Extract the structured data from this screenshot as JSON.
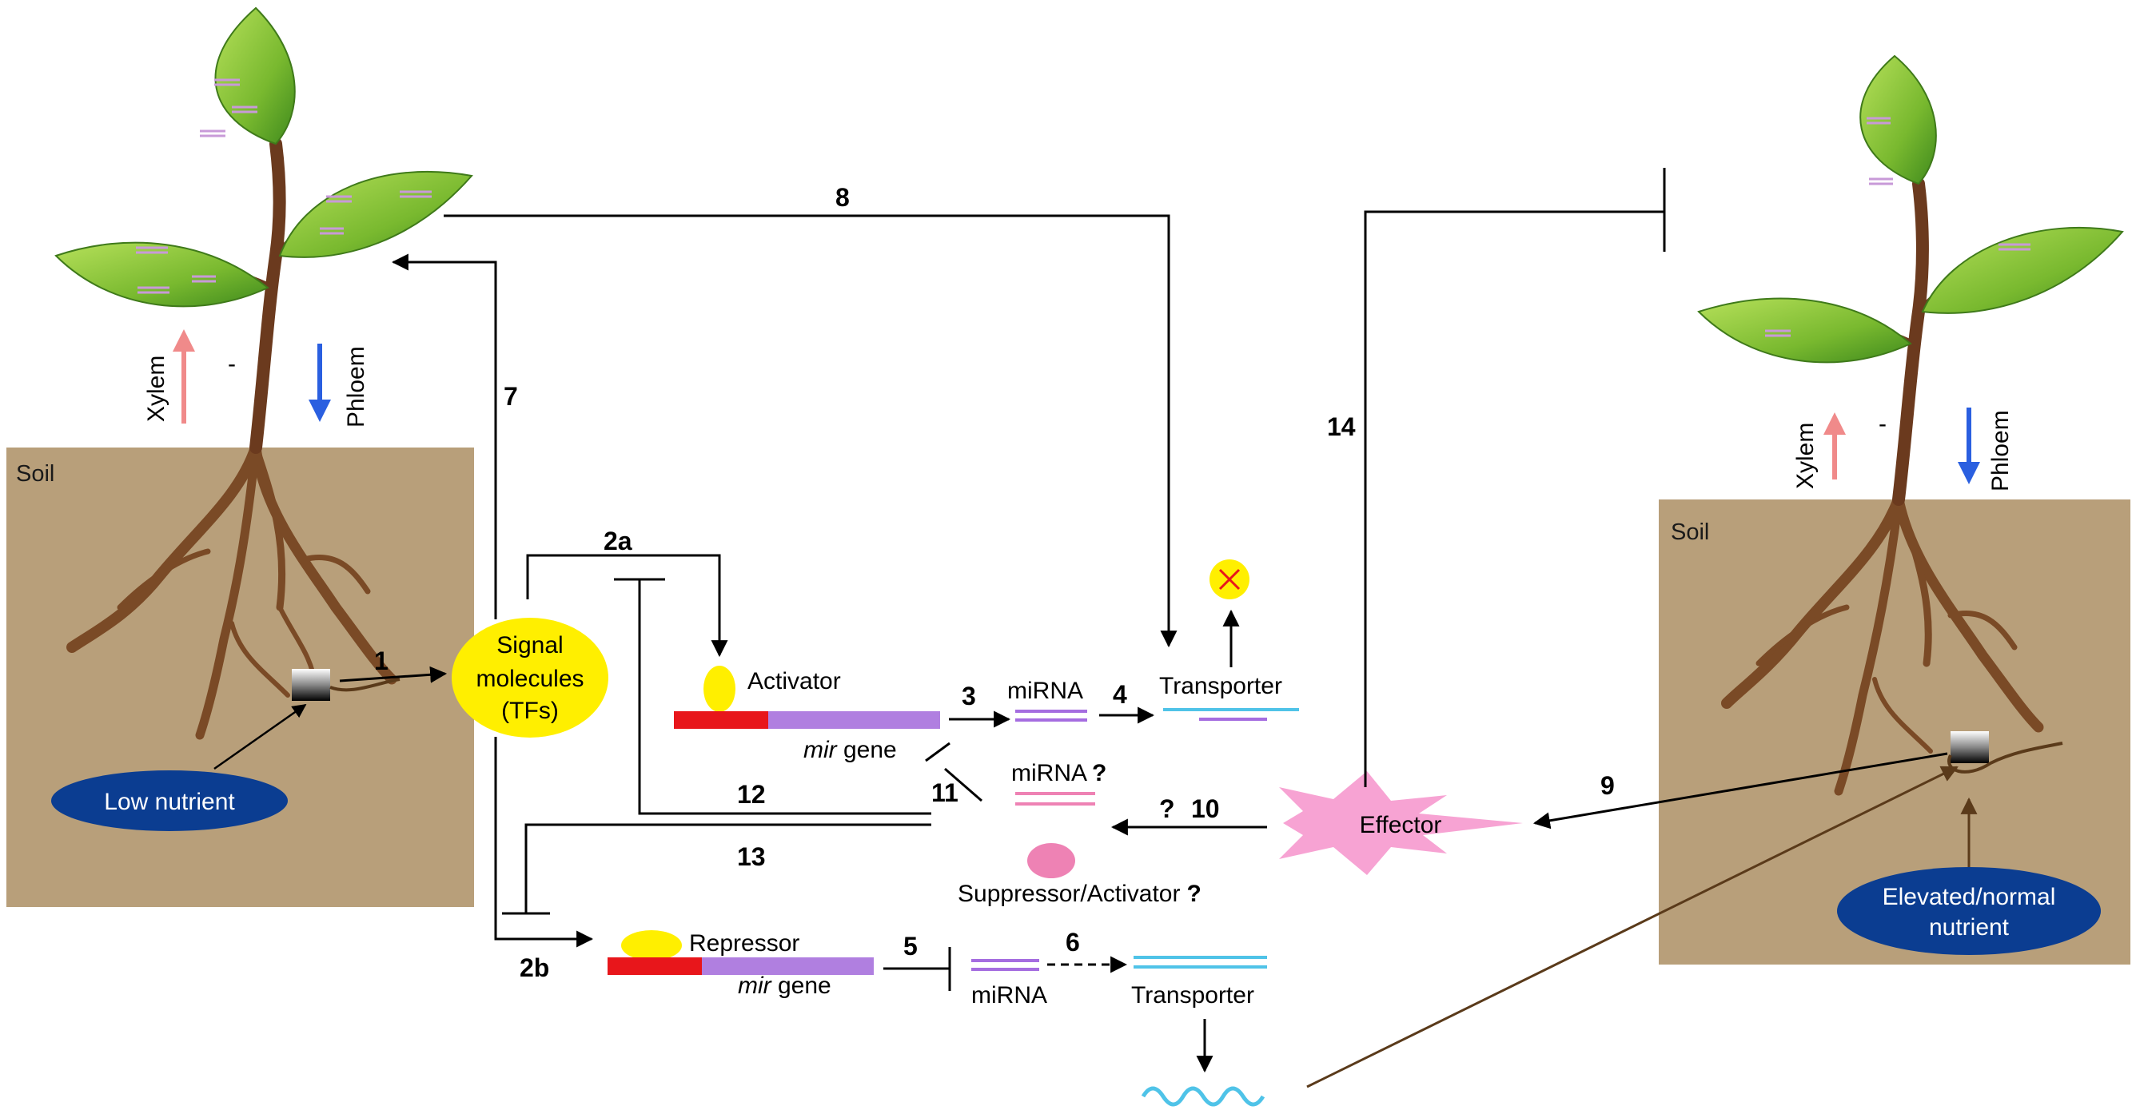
{
  "labels": {
    "soil_left": "Soil",
    "soil_right": "Soil",
    "xylem_left": "Xylem",
    "phloem_left": "Phloem",
    "xylem_right": "Xylem",
    "phloem_right": "Phloem",
    "low_nutrient": "Low nutrient",
    "elevated_line1": "Elevated/normal",
    "elevated_line2": "nutrient",
    "signal_line1": "Signal",
    "signal_line2": "molecules",
    "signal_line3": "(TFs)",
    "activator": "Activator",
    "repressor": "Repressor",
    "mir_gene_1": "mir",
    "mir_gene_1_suffix": " gene",
    "mir_gene_2": "mir",
    "mir_gene_2_suffix": " gene",
    "mirna_top": "miRNA",
    "mirna_question": "miRNA",
    "mirna_bottom": "miRNA",
    "question_mark": "?",
    "transporter_top": "Transporter",
    "transporter_bottom": "Transporter",
    "suppressor_activator": "Suppressor/Activator",
    "effector": "Effector"
  },
  "steps": {
    "s1": "1",
    "s2a": "2a",
    "s2b": "2b",
    "s3": "3",
    "s4": "4",
    "s5": "5",
    "s6": "6",
    "s7": "7",
    "s8": "8",
    "s9": "9",
    "s10": "10",
    "s11": "11",
    "s12": "12",
    "s13": "13",
    "s14": "14"
  },
  "colors": {
    "soil": "#b89f7a",
    "leaf": "#8cc63f",
    "stem": "#6b3a1e",
    "signal_yellow": "#ffef00",
    "nutrient_blue": "#0b3d91",
    "mirna_purple": "#a56de0",
    "mirna_pink": "#ee82b4",
    "promoter_red": "#e8161b",
    "gene_purple": "#b07fe0",
    "effector_pink": "#f7a3d3",
    "transporter_cyan": "#4fc3e8",
    "xylem_arrow": "#f08a8a",
    "phloem_arrow": "#2a5fe0"
  }
}
